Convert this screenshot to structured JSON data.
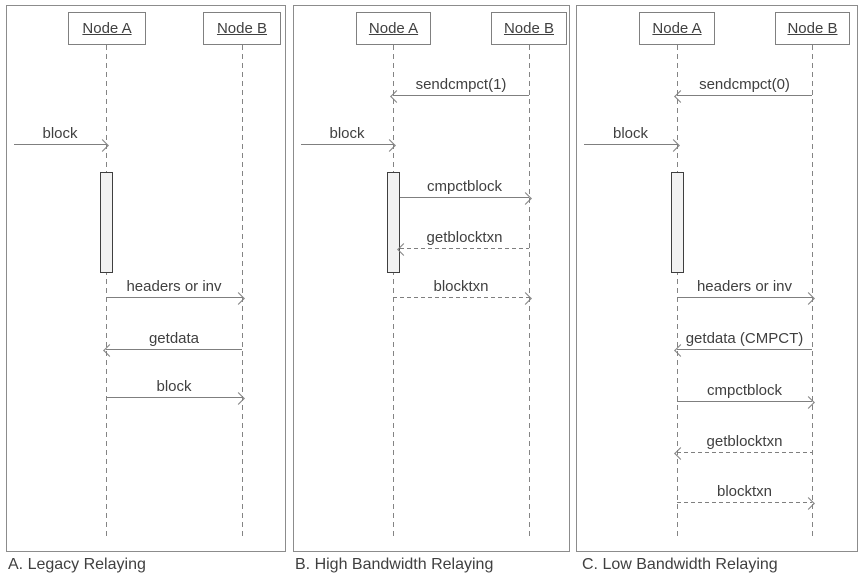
{
  "colors": {
    "background": "#ffffff",
    "line": "#7f7f7f",
    "text": "#404040",
    "panel_border": "#8c8c8c",
    "activation_fill": "#f2f2f2",
    "activation_border": "#3f3f3f"
  },
  "panels": [
    {
      "caption": "A. Legacy Relaying",
      "node_a": "Node A",
      "node_b": "Node B",
      "messages": [
        {
          "label": "block",
          "style": "solid",
          "direction": "right",
          "from": "external",
          "to": "node-a"
        },
        {
          "label": "headers or inv",
          "style": "solid",
          "direction": "right",
          "from": "node-a",
          "to": "node-b"
        },
        {
          "label": "getdata",
          "style": "solid",
          "direction": "left",
          "from": "node-b",
          "to": "node-a"
        },
        {
          "label": "block",
          "style": "solid",
          "direction": "right",
          "from": "node-a",
          "to": "node-b"
        }
      ]
    },
    {
      "caption": "B. High Bandwidth Relaying",
      "node_a": "Node A",
      "node_b": "Node B",
      "messages": [
        {
          "label": "sendcmpct(1)",
          "style": "solid",
          "direction": "left",
          "from": "node-b",
          "to": "node-a"
        },
        {
          "label": "block",
          "style": "solid",
          "direction": "right",
          "from": "external",
          "to": "node-a"
        },
        {
          "label": "cmpctblock",
          "style": "solid",
          "direction": "right",
          "from": "node-a",
          "to": "node-b"
        },
        {
          "label": "getblocktxn",
          "style": "dashed",
          "direction": "left",
          "from": "node-b",
          "to": "node-a"
        },
        {
          "label": "blocktxn",
          "style": "dashed",
          "direction": "right",
          "from": "node-a",
          "to": "node-b"
        }
      ]
    },
    {
      "caption": "C. Low Bandwidth Relaying",
      "node_a": "Node A",
      "node_b": "Node B",
      "messages": [
        {
          "label": "sendcmpct(0)",
          "style": "solid",
          "direction": "left",
          "from": "node-b",
          "to": "node-a"
        },
        {
          "label": "block",
          "style": "solid",
          "direction": "right",
          "from": "external",
          "to": "node-a"
        },
        {
          "label": "headers or inv",
          "style": "solid",
          "direction": "right",
          "from": "node-a",
          "to": "node-b"
        },
        {
          "label": "getdata (CMPCT)",
          "style": "solid",
          "direction": "left",
          "from": "node-b",
          "to": "node-a"
        },
        {
          "label": "cmpctblock",
          "style": "solid",
          "direction": "right",
          "from": "node-a",
          "to": "node-b"
        },
        {
          "label": "getblocktxn",
          "style": "dashed",
          "direction": "left",
          "from": "node-b",
          "to": "node-a"
        },
        {
          "label": "blocktxn",
          "style": "dashed",
          "direction": "right",
          "from": "node-a",
          "to": "node-b"
        }
      ]
    }
  ]
}
